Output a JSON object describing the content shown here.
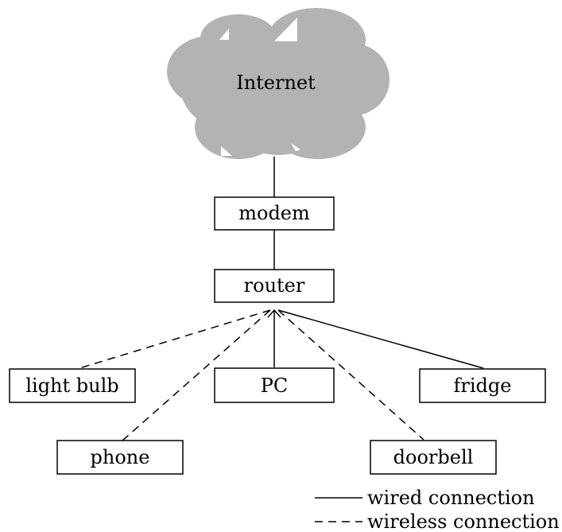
{
  "cloud": {
    "label": "Internet",
    "color": "#b3b3b3"
  },
  "nodes": {
    "modem": "modem",
    "router": "router",
    "light_bulb": "light bulb",
    "pc": "PC",
    "fridge": "fridge",
    "phone": "phone",
    "doorbell": "doorbell"
  },
  "connections": [
    {
      "from": "Internet",
      "to": "modem",
      "type": "wired"
    },
    {
      "from": "modem",
      "to": "router",
      "type": "wired"
    },
    {
      "from": "router",
      "to": "light bulb",
      "type": "wireless"
    },
    {
      "from": "router",
      "to": "phone",
      "type": "wireless"
    },
    {
      "from": "router",
      "to": "PC",
      "type": "wired"
    },
    {
      "from": "router",
      "to": "doorbell",
      "type": "wireless"
    },
    {
      "from": "router",
      "to": "fridge",
      "type": "wired"
    }
  ],
  "legend": {
    "wired": "wired connection",
    "wireless": "wireless connection"
  }
}
